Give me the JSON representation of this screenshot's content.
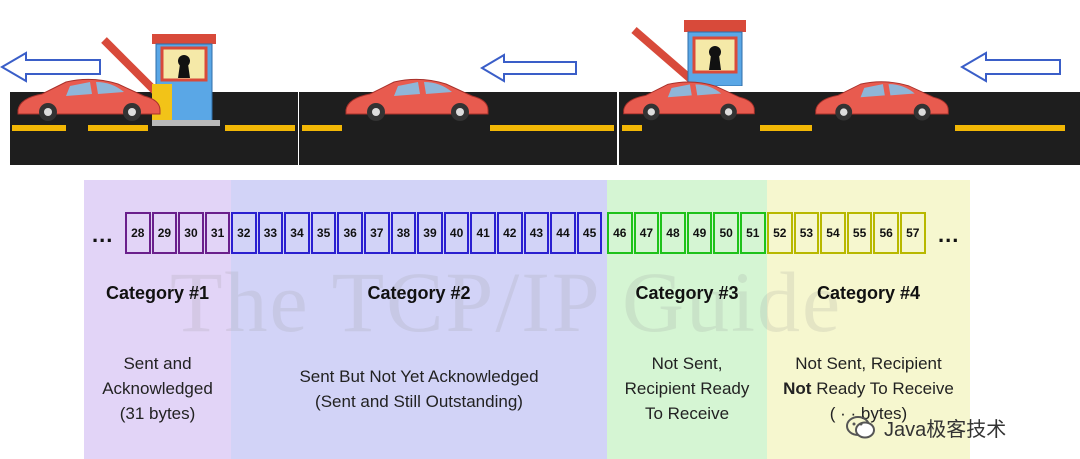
{
  "colors": {
    "cat1": "#e2d4f7",
    "cat2": "#d2d3f7",
    "cat3": "#d5f5d3",
    "cat4": "#f6f7cf",
    "cat1_border": "#6a1f8c",
    "cat2_border": "#2a1fd0",
    "cat3_border": "#1ec21a",
    "cat4_border": "#b8b800",
    "car": "#e85b4f",
    "road_dash": "#f2b705"
  },
  "bytes": {
    "cat1": [
      "28",
      "29",
      "30",
      "31"
    ],
    "cat2": [
      "32",
      "33",
      "34",
      "35",
      "36",
      "37",
      "38",
      "39",
      "40",
      "41",
      "42",
      "43",
      "44",
      "45"
    ],
    "cat3": [
      "46",
      "47",
      "48",
      "49",
      "50",
      "51"
    ],
    "cat4": [
      "52",
      "53",
      "54",
      "55",
      "56",
      "57"
    ]
  },
  "ellipsis_left": "...",
  "ellipsis_right": "...",
  "categories": [
    {
      "title": "Category #1",
      "desc": [
        "Sent and",
        "Acknowledged",
        "(31 bytes)"
      ]
    },
    {
      "title": "Category #2",
      "desc": [
        "Sent But Not Yet Acknowledged",
        "(Sent and Still Outstanding)"
      ]
    },
    {
      "title": "Category #3",
      "desc": [
        "Not Sent,",
        "Recipient Ready",
        "To Receive"
      ]
    },
    {
      "title": "Category #4",
      "desc_line1": "Not Sent, Recipient",
      "desc_bold": "Not",
      "desc_line2_rest": " Ready To Receive",
      "desc_line3": "( · · bytes)"
    }
  ],
  "watermark": "The TCP/IP Guide",
  "brand": "Java极客技术",
  "icons": [
    "left-arrow-icon",
    "car-icon",
    "toll-booth-icon",
    "barrier-gate-icon",
    "keyhole-icon",
    "wechat-icon"
  ]
}
